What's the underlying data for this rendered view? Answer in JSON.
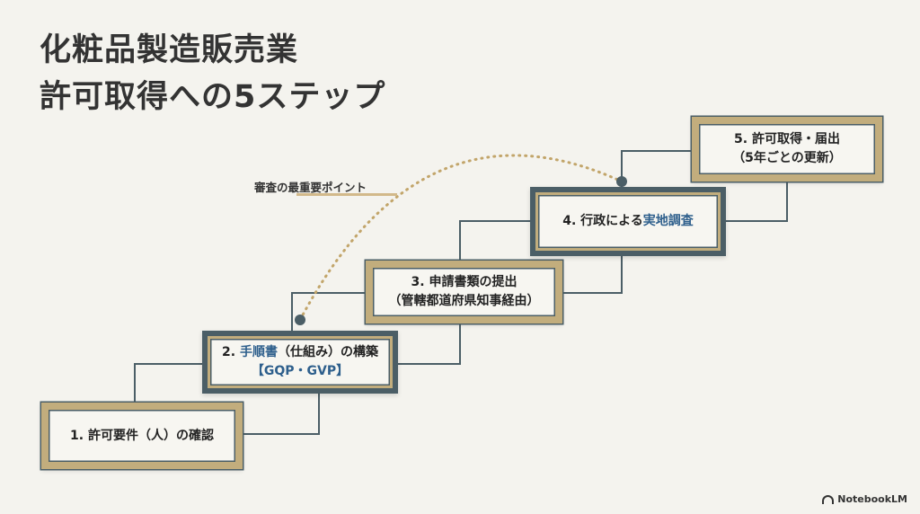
{
  "title": {
    "line1": "化粧品製造販売業",
    "line2": "許可取得への5ステップ"
  },
  "callout": "審査の最重要ポイント",
  "steps": [
    {
      "label": "1. 許可要件（人）の確認"
    },
    {
      "prefix": "2. ",
      "highlight": "手順書",
      "suffix": "（仕組み）の構築",
      "line2": "【GQP・GVP】"
    },
    {
      "line1": "3. 申請書類の提出",
      "line2": "（管轄都道府県知事経由）"
    },
    {
      "prefix": "4. 行政による",
      "highlight": "実地調査"
    },
    {
      "line1": "5. 許可取得・届出",
      "line2": "（5年ごとの更新）"
    }
  ],
  "colors": {
    "frame_gold": "#c2ad7d",
    "frame_slate": "#4b5e66",
    "highlight_text": "#2e5f8c",
    "background": "#f4f3ee",
    "dotted_arc": "#c2a56a"
  },
  "logo": {
    "icon": "notebooklm-icon",
    "text": "NotebookLM"
  }
}
